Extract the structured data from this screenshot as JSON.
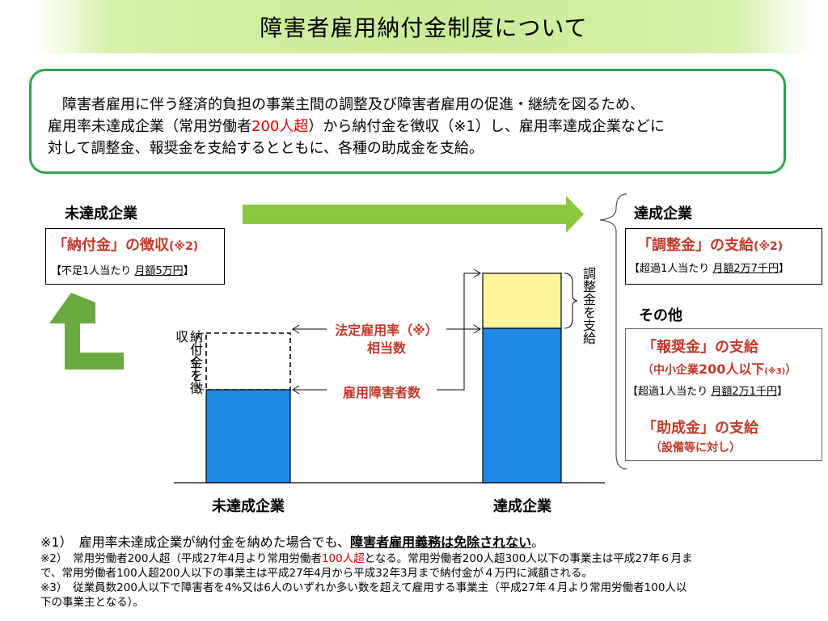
{
  "title": "障害者雇用納付金制度について",
  "summary": {
    "line1": "障害者雇用に伴う経済的負担の事業主間の調整及び障害者雇用の促進・継続を図るため、",
    "line2_a": "雇用率未達成企業（常用労働者",
    "line2_red": "200人超",
    "line2_b": "）から納付金を徴収（※1）し、雇用率達成企業などに",
    "line3": "対して調整金、報奨金を支給するとともに、各種の助成金を支給。"
  },
  "left": {
    "heading": "未達成企業",
    "box_title": "「納付金」の徴収",
    "box_title_note": "(※2)",
    "box_sub_a": "【不足1人当たり ",
    "box_sub_u": "月額5万円",
    "box_sub_b": "】",
    "vertical_label": "納付金を徴収"
  },
  "right": {
    "heading": "達成企業",
    "box_title": "「調整金」の支給",
    "box_title_note": "(※2)",
    "box_sub_a": "【超過1人当たり ",
    "box_sub_u": "月額2万7千円",
    "box_sub_b": "】",
    "vertical_label": "調整金を支給",
    "other_heading": "その他",
    "hosho_title": "「報奨金」の支給",
    "hosho_note_a": "（中小企業",
    "hosho_note_b": "200人以下",
    "hosho_note_c": "(※3)",
    "hosho_note_d": "）",
    "hosho_sub_a": "【超過1人当たり ",
    "hosho_sub_u": "月額2万1千円",
    "hosho_sub_b": "】",
    "josei_title": "「助成金」の支給",
    "josei_note": "（設備等に対し）"
  },
  "center": {
    "rate_label_1": "法定雇用率（※）",
    "rate_label_2": "相当数",
    "employed_label": "雇用障害者数"
  },
  "chart_data": {
    "type": "bar",
    "categories": [
      "未達成企業",
      "達成企業"
    ],
    "colors": {
      "employed": "#1e88e5",
      "excess": "#fdf49b",
      "shortfall": "none"
    }
  },
  "notes": {
    "n1_a": "※1）　雇用率未達成企業が納付金を納めた場合でも、",
    "n1_u": "障害者雇用義務は免除されない",
    "n1_b": "。",
    "n2_a": "※2）　常用労働者200人超（平成27年4月より常用労働者",
    "n2_red": "100人超",
    "n2_b": "となる。常用労働者200人超300人以下の事業主は平成27年６月ま",
    "n2_c": "で、常用労働者100人超200人以下の事業主は平成27年4月から平成32年3月まで納付金が４万円に減額される。",
    "n3_a": "※3）　従業員数200人以下で障害者を4%又は6人のいずれか多い数を超えて雇用する事業主（平成27年４月より常用労働者100人以",
    "n3_b": "下の事業主となる）。"
  }
}
